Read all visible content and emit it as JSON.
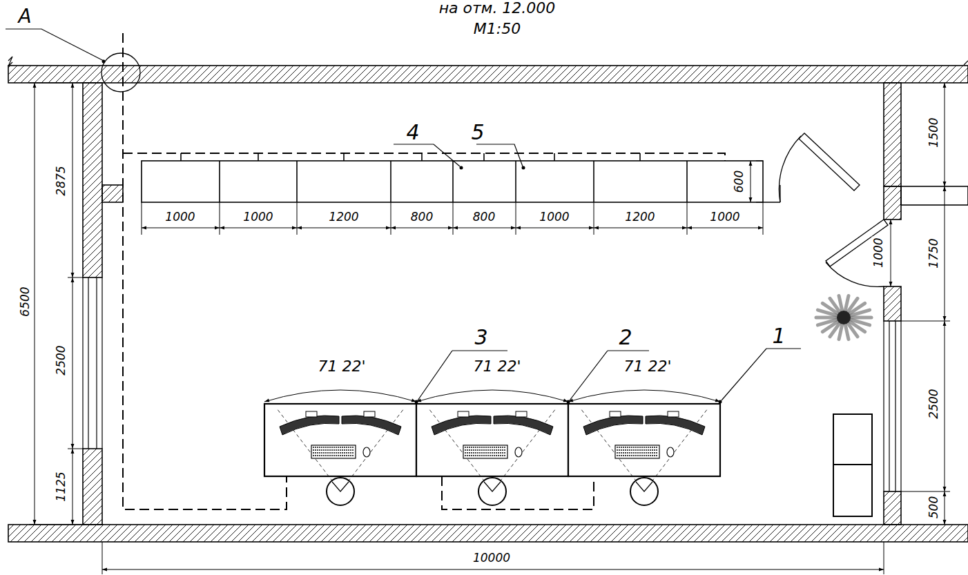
{
  "diagram": {
    "labels": [
      "на отм. 12.000",
      "М1:50",
      "А",
      "2875",
      "6500",
      "2500",
      "1125",
      "1500",
      "1750",
      "2500",
      "500",
      "1000",
      "600",
      "1000",
      "1000",
      "1200",
      "800",
      "800",
      "1000",
      "1200",
      "1000",
      "10000",
      "71 22'",
      "71 22'",
      "71 22'",
      "3",
      "2",
      "1",
      "4",
      "5"
    ]
  }
}
